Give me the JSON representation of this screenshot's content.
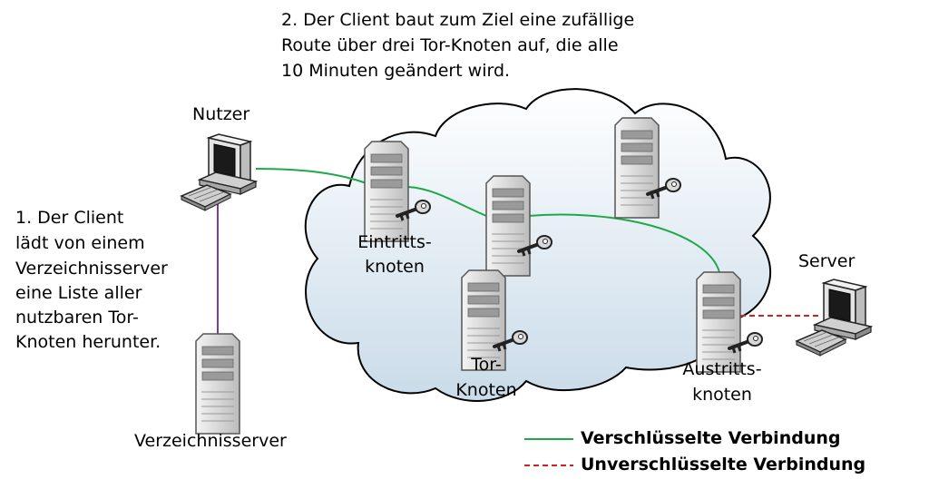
{
  "step2": [
    "2. Der Client baut zum Ziel eine zufällige",
    "Route über drei Tor-Knoten auf, die alle",
    "10 Minuten geändert wird."
  ],
  "step1": [
    "1. Der Client",
    "lädt von einem",
    "Verzeichnisserver",
    "eine Liste aller",
    "nutzbaren Tor-",
    "Knoten herunter."
  ],
  "labels": {
    "user": "Nutzer",
    "server": "Server",
    "directory": "Verzeichnisserver",
    "entry": [
      "Eintritts-",
      "knoten"
    ],
    "tor": [
      "Tor-",
      "Knoten"
    ],
    "exit": [
      "Austritts-",
      "knoten"
    ]
  },
  "legend": {
    "encrypted": "Verschlüsselte Verbindung",
    "unencrypted": "Unverschlüsselte Verbindung"
  },
  "colors": {
    "encrypted": "#1fa84a",
    "unencrypted": "#d42020",
    "directory_link": "#7a3d9c",
    "cloud_fill": "#d6e6f2",
    "cloud_stroke": "#000000"
  },
  "icons": [
    "computer-icon",
    "server-tower-icon",
    "key-icon",
    "cloud-shape"
  ]
}
